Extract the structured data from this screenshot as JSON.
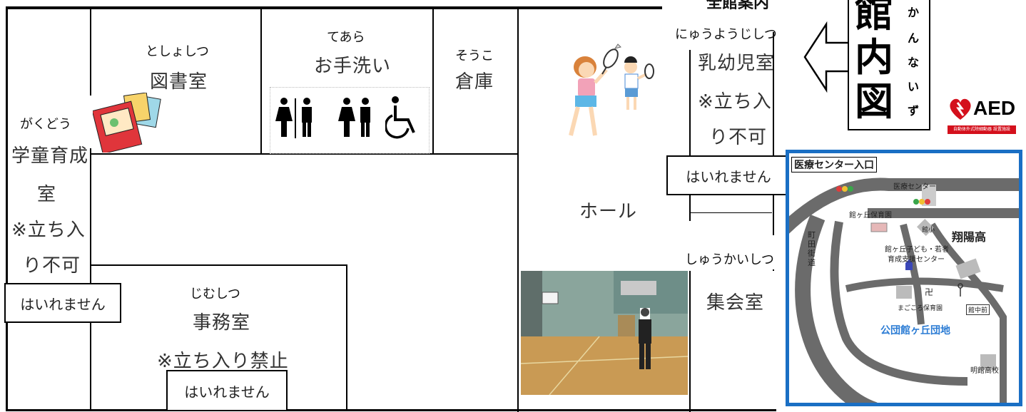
{
  "title": {
    "header_partial": "全館案内",
    "kanji": [
      "館",
      "内",
      "図"
    ],
    "ruby": [
      "か",
      "ん",
      "な",
      "い",
      "ず"
    ]
  },
  "rooms": {
    "library": {
      "ruby": "としょしつ",
      "name": "図書室"
    },
    "restroom": {
      "ruby": "てあら",
      "name": "お手洗い"
    },
    "storage": {
      "ruby": "そうこ",
      "name": "倉庫"
    },
    "nursery": {
      "ruby": "にゅうようじしつ",
      "name_lines": [
        "乳幼児室",
        "※立ち入",
        "り不可"
      ]
    },
    "afterschool": {
      "ruby": "がくどう",
      "name_lines": [
        "学童育成",
        "室",
        "※立ち入",
        "り不可"
      ]
    },
    "hall": {
      "name": "ホール"
    },
    "office": {
      "ruby": "じむしつ",
      "name": "事務室",
      "note": "※立ち入り禁止"
    },
    "meeting": {
      "ruby": "しゅうかいしつ",
      "name": "集会室"
    }
  },
  "no_entry_label": "はいれません",
  "aed": {
    "label": "AED",
    "sub": "自動体外式除細動器 設置施設"
  },
  "inset_map": {
    "title": "医療センター入口",
    "labels": {
      "medical": "医療センター",
      "nursery_school": "館ヶ丘保育園",
      "school_small": "館小",
      "high_school": "翔陽高",
      "youth_center_1": "館ヶ丘子ども・若者",
      "youth_center_2": "育成支援センター",
      "kindergarten": "まごころ保育園",
      "danchi": "公団館ヶ丘団地",
      "station": "館中前",
      "meiseikan": "明館高校",
      "road": "町田街道",
      "temple": "卍"
    }
  },
  "colors": {
    "map_border": "#1a6fc4",
    "aed_red": "#d4101c",
    "danchi_blue": "#2a7bd4"
  }
}
